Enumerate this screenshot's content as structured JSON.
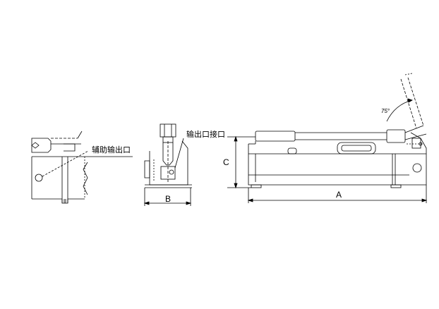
{
  "labels": {
    "aux_outlet": "辅助输出口",
    "outlet_port": "输出口接口",
    "dim_a": "A",
    "dim_b": "B",
    "dim_c": "C",
    "angle": "75°"
  },
  "colors": {
    "line": "#000000",
    "background": "#ffffff"
  }
}
